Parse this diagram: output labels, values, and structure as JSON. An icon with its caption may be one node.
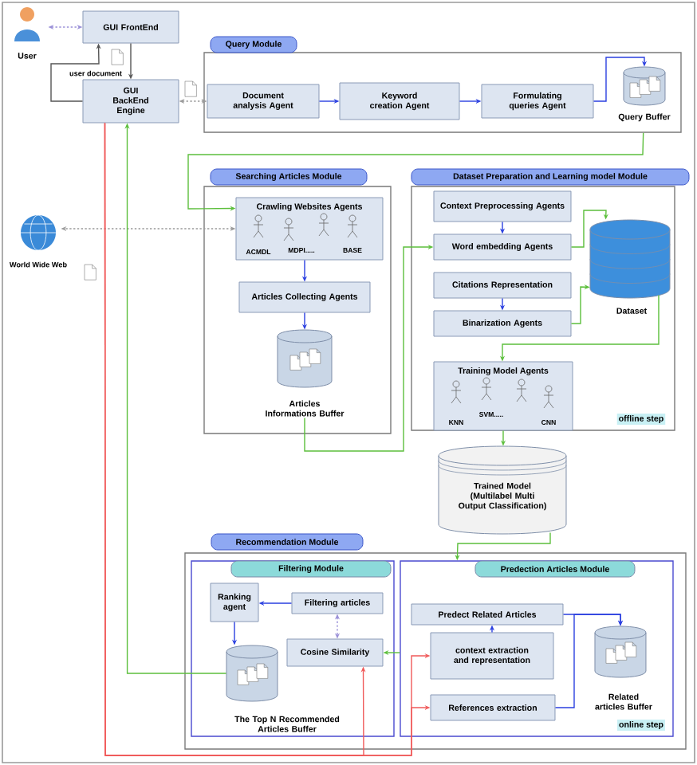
{
  "diagram": {
    "nodes": [
      {
        "text": [
          "User"
        ]
      },
      {
        "text": [
          "GUI FrontEnd"
        ]
      },
      {
        "text": [
          "GUI BackEnd Engine"
        ]
      },
      {
        "text": [
          "Query Module"
        ]
      },
      {
        "text": [
          "Document analysis Agent"
        ],
        "in": 3
      },
      {
        "text": [
          "Keyword creation Agent"
        ],
        "in": 3
      },
      {
        "text": [
          "Formulating queries Agent"
        ],
        "in": 3
      },
      {
        "text": [
          "Query Buffer"
        ],
        "in": 3
      },
      {
        "text": [
          "Searching Articles Module"
        ]
      },
      {
        "text": [
          "Crawling Websites Agents",
          "ACMDL",
          "MDPI.....",
          "BASE"
        ],
        "in": 8
      },
      {
        "text": [
          "Articles Collecting Agents"
        ],
        "in": 8
      },
      {
        "text": [
          "Articles Informations Buffer"
        ],
        "in": 8
      },
      {
        "text": [
          "World Wide Web"
        ]
      },
      {
        "text": [
          "Dataset Preparation and Learning model Module"
        ]
      },
      {
        "text": [
          "Context Preprocessing Agents"
        ],
        "in": 13
      },
      {
        "text": [
          "Word embedding Agents"
        ],
        "in": 13
      },
      {
        "text": [
          "Citations Representation"
        ],
        "in": 13
      },
      {
        "text": [
          "Binarization Agents"
        ],
        "in": 13
      },
      {
        "text": [
          "Dataset"
        ],
        "in": 13
      },
      {
        "text": [
          "Training Model Agents",
          "KNN",
          "SVM.....",
          "CNN"
        ],
        "in": 13
      },
      {
        "text": [
          "Trained Model (Multilabel Multi Output Classification)"
        ]
      },
      {
        "text": [
          "Recommendation Module"
        ]
      },
      {
        "text": [
          "Filtering Module"
        ],
        "in": 21
      },
      {
        "text": [
          "Ranking agent"
        ],
        "in": 22
      },
      {
        "text": [
          "Filtering articles"
        ],
        "in": 22
      },
      {
        "text": [
          "Cosine Similarity"
        ],
        "in": 22
      },
      {
        "text": [
          "The Top N Recommended Articles Buffer"
        ],
        "in": 22
      },
      {
        "text": [
          "Predection Articles Module"
        ],
        "in": 21
      },
      {
        "text": [
          "Predect Related Articles"
        ],
        "in": 27
      },
      {
        "text": [
          "context extraction and representation"
        ],
        "in": 27
      },
      {
        "text": [
          "References extraction"
        ],
        "in": 27
      },
      {
        "text": [
          "Related articles Buffer"
        ],
        "in": 27
      }
    ],
    "edges": [
      {
        "from": 0,
        "to": 1,
        "arrow": "both",
        "style": "dashed",
        "color": "#9a90d8"
      },
      {
        "from": 1,
        "to": 2,
        "arrow": "to",
        "label": "user document",
        "color": "#555555"
      },
      {
        "from": 2,
        "to": 1,
        "arrow": "to",
        "color": "#555555"
      },
      {
        "from": 2,
        "to": 4,
        "arrow": "both",
        "style": "dashed",
        "color": "#9a9a9a"
      },
      {
        "from": 4,
        "to": 5,
        "arrow": "to"
      },
      {
        "from": 5,
        "to": 6,
        "arrow": "to"
      },
      {
        "from": 6,
        "to": 7,
        "arrow": "to"
      },
      {
        "from": 3,
        "to": 9,
        "arrow": "to",
        "color": "#5cbf3c"
      },
      {
        "from": 9,
        "to": 12,
        "arrow": "both",
        "style": "dashed",
        "color": "#9a9a9a"
      },
      {
        "from": 9,
        "to": 10,
        "arrow": "to"
      },
      {
        "from": 10,
        "to": 11,
        "arrow": "to"
      },
      {
        "from": 11,
        "to": 15,
        "arrow": "to",
        "color": "#5cbf3c"
      },
      {
        "from": 14,
        "to": 15,
        "arrow": "to"
      },
      {
        "from": 15,
        "to": 18,
        "arrow": "to",
        "color": "#5cbf3c"
      },
      {
        "from": 16,
        "to": 17,
        "arrow": "to"
      },
      {
        "from": 17,
        "to": 18,
        "arrow": "to",
        "color": "#5cbf3c"
      },
      {
        "from": 18,
        "to": 19,
        "arrow": "to",
        "color": "#5cbf3c"
      },
      {
        "from": 19,
        "to": 20,
        "arrow": "to",
        "color": "#5cbf3c"
      },
      {
        "from": 20,
        "to": 27,
        "arrow": "to",
        "color": "#5cbf3c"
      },
      {
        "from": 27,
        "to": 25,
        "arrow": "to",
        "color": "#5cbf3c"
      },
      {
        "from": 24,
        "to": 25,
        "arrow": "both",
        "style": "dashed",
        "color": "#9a90d8"
      },
      {
        "from": 24,
        "to": 23,
        "arrow": "to"
      },
      {
        "from": 23,
        "to": 26,
        "arrow": "to"
      },
      {
        "from": 26,
        "to": 2,
        "arrow": "to",
        "color": "#5cbf3c"
      },
      {
        "from": 2,
        "to": 25,
        "arrow": "to",
        "color": "#f05a5a"
      },
      {
        "from": 2,
        "to": 29,
        "arrow": "to",
        "color": "#f05a5a"
      },
      {
        "from": 2,
        "to": 30,
        "arrow": "to",
        "color": "#f05a5a"
      },
      {
        "from": 29,
        "to": 28,
        "arrow": "to"
      },
      {
        "from": 28,
        "to": 31,
        "arrow": "to"
      },
      {
        "from": 30,
        "to": 31,
        "arrow": "to"
      }
    ],
    "labels": [
      "offline step",
      "online step"
    ]
  }
}
